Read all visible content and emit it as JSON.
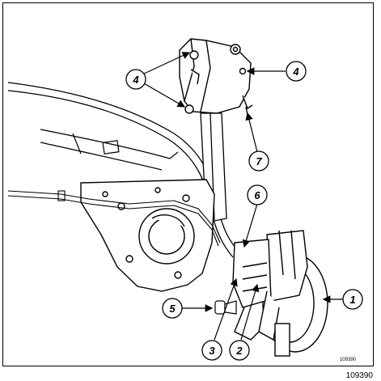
{
  "figure": {
    "reference_inner": "109390",
    "reference_outer": "109390"
  },
  "callouts": [
    {
      "id": "4a",
      "label": "4"
    },
    {
      "id": "4b",
      "label": "4"
    },
    {
      "id": "7",
      "label": "7"
    },
    {
      "id": "6",
      "label": "6"
    },
    {
      "id": "1",
      "label": "1"
    },
    {
      "id": "5",
      "label": "5"
    },
    {
      "id": "3",
      "label": "3"
    },
    {
      "id": "2",
      "label": "2"
    }
  ]
}
